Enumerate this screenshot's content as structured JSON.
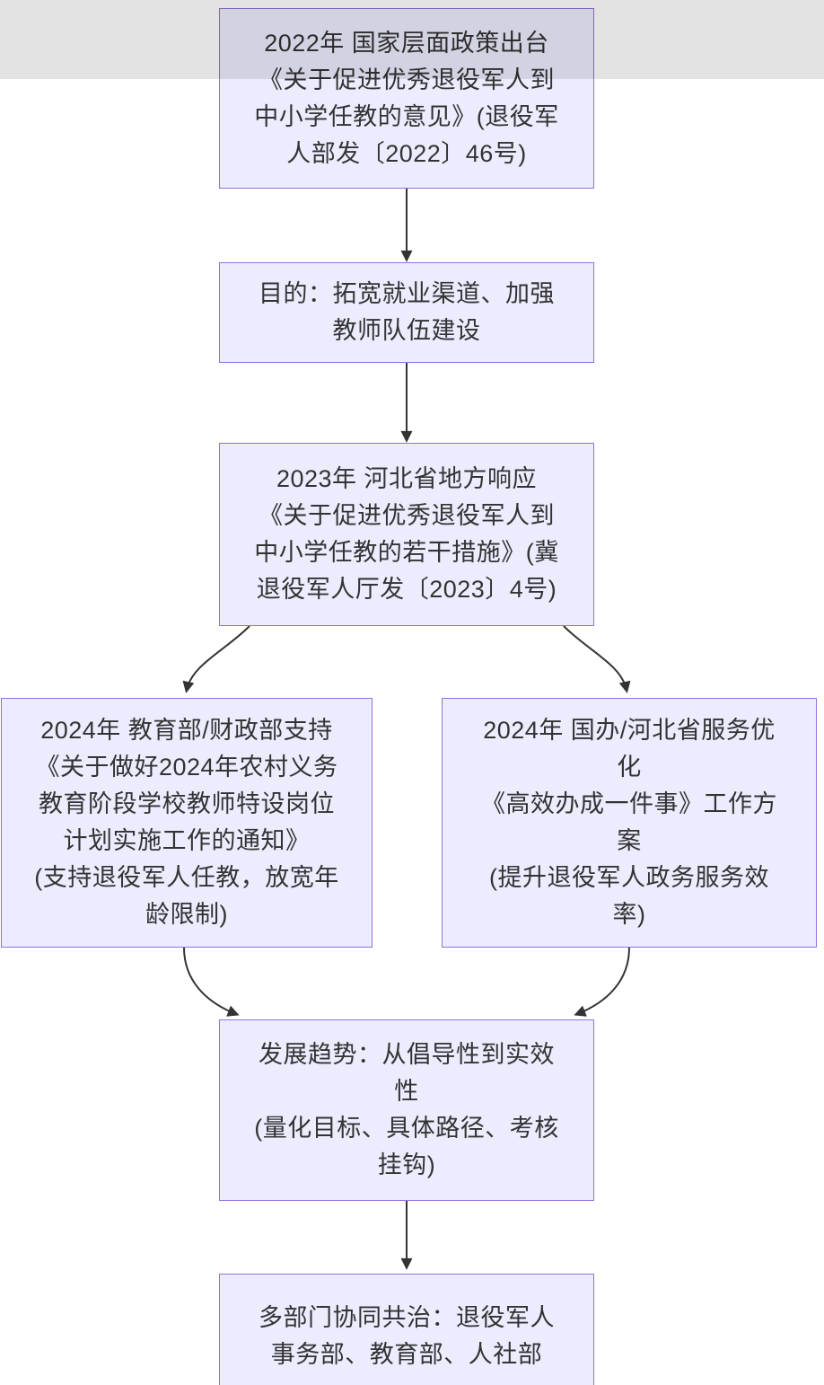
{
  "theme": {
    "canvas_bg": "#ffffff",
    "node_fill": "#ECECFF",
    "node_border": "#9370DB",
    "text_color": "#333333",
    "arrow_color": "#333333",
    "band_color": "rgba(0,0,0,0.11)"
  },
  "diagram": {
    "type": "flowchart",
    "direction": "top-down"
  },
  "nodes": [
    {
      "id": "national-policy-2022",
      "lines": [
        "2022年 国家层面政策出台",
        "《关于促进优秀退役军人到",
        "中小学任教的意见》(退役军",
        "人部发〔2022〕46号)"
      ]
    },
    {
      "id": "purpose",
      "lines": [
        "目的：拓宽就业渠道、加强",
        "教师队伍建设"
      ]
    },
    {
      "id": "hebei-response-2023",
      "lines": [
        "2023年 河北省地方响应",
        "《关于促进优秀退役军人到",
        "中小学任教的若干措施》(冀",
        "退役军人厅发〔2023〕4号)"
      ]
    },
    {
      "id": "moe-mof-support-2024",
      "lines": [
        "2024年 教育部/财政部支持",
        "《关于做好2024年农村义务",
        "教育阶段学校教师特设岗位",
        "计划实施工作的通知》",
        "(支持退役军人任教，放宽年",
        "龄限制)"
      ]
    },
    {
      "id": "service-optimization-2024",
      "lines": [
        "2024年 国办/河北省服务优",
        "化",
        "《高效办成一件事》工作方",
        "案",
        "(提升退役军人政务服务效",
        "率)"
      ]
    },
    {
      "id": "development-trend",
      "lines": [
        "发展趋势：从倡导性到实效",
        "性",
        "(量化目标、具体路径、考核",
        "挂钩)"
      ]
    },
    {
      "id": "multi-department-governance",
      "lines": [
        "多部门协同共治：退役军人",
        "事务部、教育部、人社部"
      ]
    }
  ],
  "edges": [
    {
      "from": "national-policy-2022",
      "to": "purpose"
    },
    {
      "from": "purpose",
      "to": "hebei-response-2023"
    },
    {
      "from": "hebei-response-2023",
      "to": "moe-mof-support-2024"
    },
    {
      "from": "hebei-response-2023",
      "to": "service-optimization-2024"
    },
    {
      "from": "moe-mof-support-2024",
      "to": "development-trend"
    },
    {
      "from": "service-optimization-2024",
      "to": "development-trend"
    },
    {
      "from": "development-trend",
      "to": "multi-department-governance"
    }
  ]
}
